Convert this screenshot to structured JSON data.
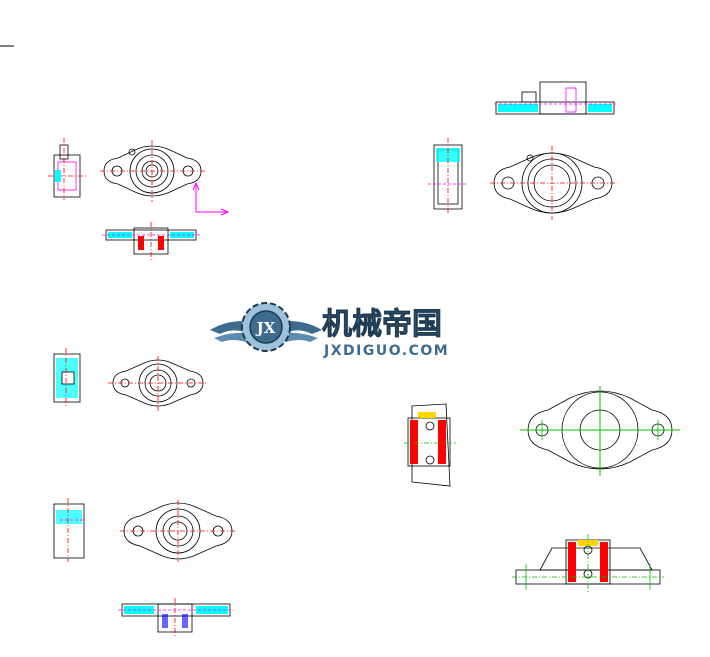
{
  "watermark": {
    "brand_cn": "机械帝国",
    "brand_en": "JXDIGUO.COM",
    "badge": "JX",
    "colors": {
      "steel": "#3d6c8f",
      "light": "#9fc2dc",
      "dark": "#1f3b52"
    }
  },
  "drawing": {
    "colors": {
      "outline": "#000000",
      "center": "#ff0000",
      "hidden": "#ff00ff",
      "hatch": "#00ffff",
      "section_red": "#ff0000",
      "green": "#00c000",
      "yellow": "#ffd400",
      "blue": "#0000ff"
    }
  }
}
